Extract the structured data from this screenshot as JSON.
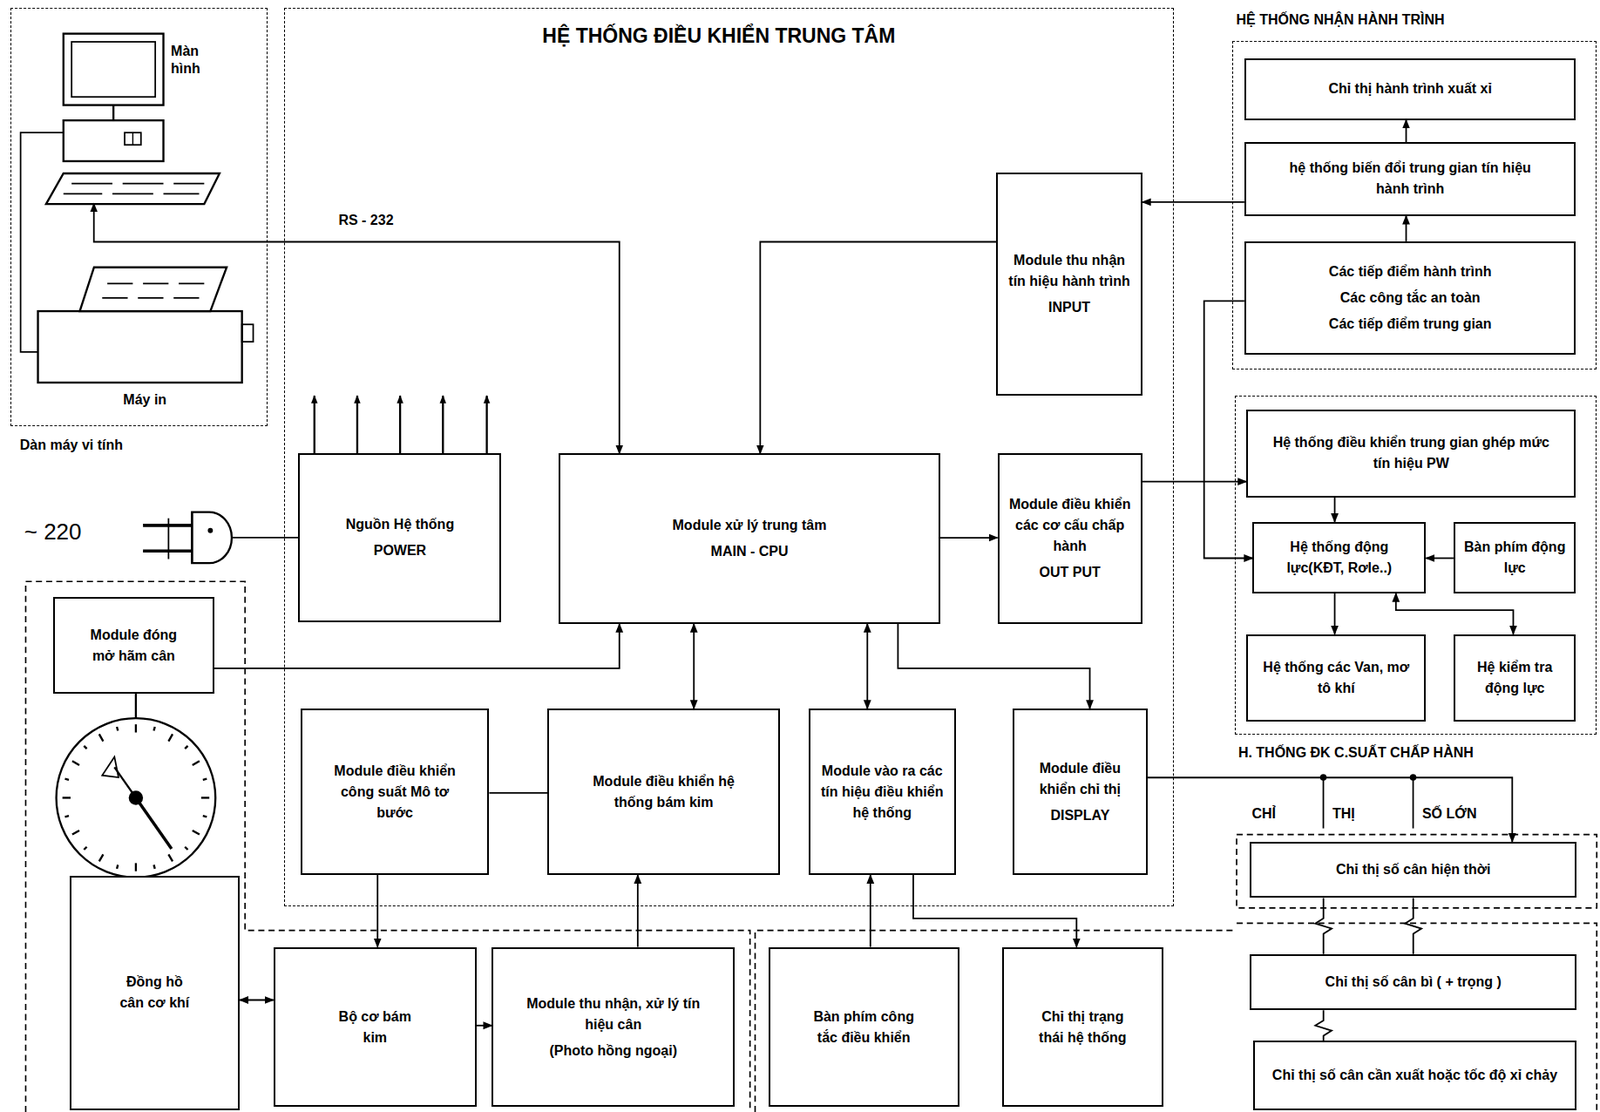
{
  "diagram": {
    "nodes": [
      {
        "text": [
          "Dàn máy vi tính"
        ]
      },
      {
        "text": [
          "Màn hình"
        ],
        "in": 0
      },
      {
        "text": [
          "Máy in"
        ],
        "in": 0
      },
      {
        "text": [
          "HỆ THỐNG ĐIỀU KHIỂN TRUNG TÂM"
        ]
      },
      {
        "text": [
          "Module thu nhận tín hiệu hành trình",
          "INPUT"
        ],
        "in": 3
      },
      {
        "text": [
          "Nguồn Hệ thống",
          "POWER"
        ],
        "in": 3
      },
      {
        "text": [
          "Module xử lý trung tâm",
          "MAIN - CPU"
        ],
        "in": 3
      },
      {
        "text": [
          "Module điều khiển các cơ cấu chấp hành",
          "OUT PUT"
        ],
        "in": 3
      },
      {
        "text": [
          "Module điều khiển công suất Mô tơ bước"
        ],
        "in": 3
      },
      {
        "text": [
          "Module điều khiển hệ thống bám kim"
        ],
        "in": 3
      },
      {
        "text": [
          "Module vào ra các tín hiệu điều khiển hệ thống"
        ],
        "in": 3
      },
      {
        "text": [
          "Module điều khiển chỉ thị",
          "DISPLAY"
        ],
        "in": 3
      },
      {
        "text": [
          "Module đóng mở hãm cân"
        ]
      },
      {
        "text": [
          "Đồng hồ cân cơ khí"
        ]
      },
      {
        "text": [
          "Bộ cơ bám kim"
        ]
      },
      {
        "text": [
          "Module thu nhận, xử lý tín hiệu cân",
          "(Photo hồng ngoại)"
        ]
      },
      {
        "text": [
          "Bàn phím công tắc điều khiển"
        ]
      },
      {
        "text": [
          "Chỉ thị trạng thái hệ thống"
        ]
      },
      {
        "text": [
          "HỆ THỐNG NHẬN HÀNH TRÌNH"
        ]
      },
      {
        "text": [
          "Chỉ thị hành trình xuất xỉ"
        ],
        "in": 18
      },
      {
        "text": [
          "hệ thống biến đổi trung gian tín hiệu hành trình"
        ],
        "in": 18
      },
      {
        "text": [
          "Các tiếp điểm hành trình",
          "Các công tắc an toàn",
          "Các tiếp điểm trung gian"
        ],
        "in": 18
      },
      {
        "text": [
          "H. THỐNG ĐK C.SUẤT CHẤP HÀNH"
        ]
      },
      {
        "text": [
          "Hệ thống điều khiển trung gian ghép mức tín hiệu PW"
        ],
        "in": 22
      },
      {
        "text": [
          "Hệ thống động lực(KĐT, Rơle..)"
        ],
        "in": 22
      },
      {
        "text": [
          "Bàn phím động lực"
        ],
        "in": 22
      },
      {
        "text": [
          "Hệ thống các Van, mơ tô khí"
        ],
        "in": 22
      },
      {
        "text": [
          "Hệ kiểm tra động lực"
        ],
        "in": 22
      },
      {
        "text": [
          "Chỉ thị số cân hiện thời"
        ]
      },
      {
        "text": [
          "Chỉ thị số cân bì ( + trọng )"
        ]
      },
      {
        "text": [
          "Chỉ thị số cân cần xuất hoặc tốc độ xỉ chảy"
        ]
      }
    ],
    "edges": [
      {
        "from": 1,
        "to": 6,
        "label": "RS - 232",
        "arrow": "both"
      },
      {
        "from": 4,
        "to": 6,
        "arrow": "to"
      },
      {
        "from": 20,
        "to": 4,
        "arrow": "to"
      },
      {
        "from": 21,
        "to": 20,
        "arrow": "to"
      },
      {
        "from": 20,
        "to": 19,
        "arrow": "to"
      },
      {
        "from": 21,
        "to": 24,
        "arrow": "to"
      },
      {
        "from": 6,
        "to": 7,
        "arrow": "to"
      },
      {
        "from": 7,
        "to": 23,
        "arrow": "to"
      },
      {
        "from": 23,
        "to": 24,
        "arrow": "to"
      },
      {
        "from": 25,
        "to": 24,
        "arrow": "to"
      },
      {
        "from": 24,
        "to": 26,
        "arrow": "to"
      },
      {
        "from": 24,
        "to": 27,
        "arrow": "both"
      },
      {
        "from": 12,
        "to": 6,
        "arrow": "to"
      },
      {
        "from": 6,
        "to": 9,
        "arrow": "both"
      },
      {
        "from": 6,
        "to": 10,
        "arrow": "both"
      },
      {
        "from": 6,
        "to": 11,
        "arrow": "to"
      },
      {
        "from": 8,
        "to": 9,
        "arrow": "none"
      },
      {
        "from": 8,
        "to": 14,
        "arrow": "to"
      },
      {
        "from": 14,
        "to": 15,
        "arrow": "to"
      },
      {
        "from": 15,
        "to": 9,
        "arrow": "to"
      },
      {
        "from": 13,
        "to": 14,
        "arrow": "both"
      },
      {
        "from": 16,
        "to": 10,
        "arrow": "to"
      },
      {
        "from": 10,
        "to": 17,
        "arrow": "to"
      },
      {
        "from": 11,
        "to": 28,
        "arrow": "to"
      },
      {
        "from": 28,
        "to": 29,
        "arrow": "none"
      },
      {
        "from": 28,
        "to": 29,
        "arrow": "none"
      },
      {
        "from": 29,
        "to": 30,
        "arrow": "none"
      }
    ],
    "labels": [
      "~ 220",
      "CHỈ",
      "THỊ",
      "SỐ LỚN"
    ]
  }
}
